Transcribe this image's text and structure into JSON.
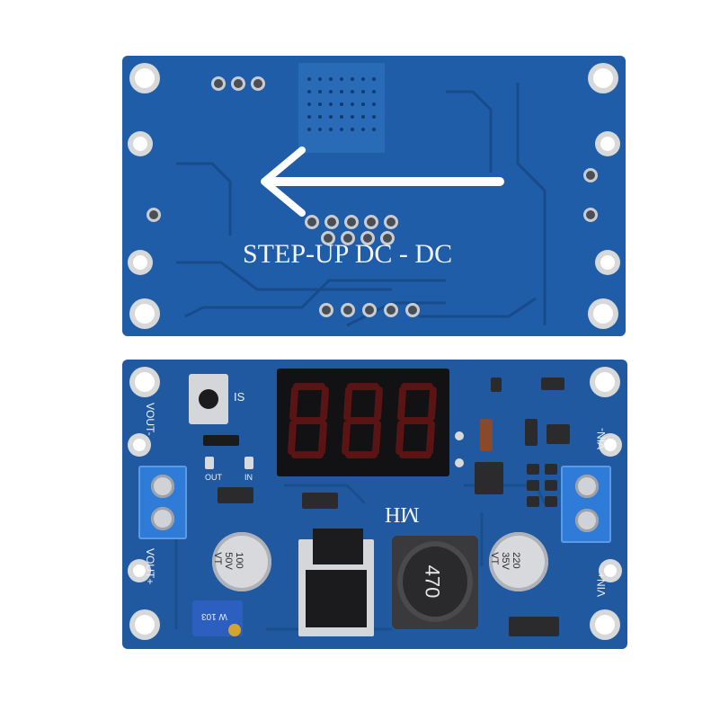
{
  "back_board": {
    "silkscreen": "STEP-UP   DC - DC"
  },
  "front_board": {
    "labels": {
      "vout_minus": "VOUT-",
      "vout_plus": "VOUT+",
      "vin_minus": "VIN-",
      "vin_plus": "VIN+",
      "brand": "MH",
      "is": "IS",
      "in": "IN",
      "out": "OUT",
      "cap_left": "100\n50V\nVT",
      "cap_right": "220\n35V\nVT",
      "inductor": "470",
      "trimpot": "W 103"
    },
    "display_digits": "888"
  },
  "colors": {
    "pcb_blue": "#1f5da8",
    "silkscreen_white": "#f2f4f8",
    "display_black": "#121214",
    "led_red": "#5a1414",
    "terminal_blue": "#2f7bd8"
  }
}
